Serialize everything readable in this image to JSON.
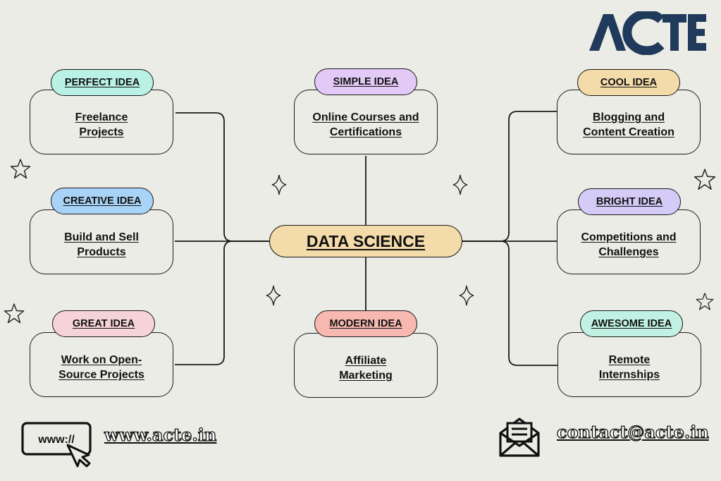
{
  "brand": {
    "logo_text": "ACTE",
    "color": "#1f3a5a"
  },
  "center": {
    "label": "DATA SCIENCE",
    "color": "#f4dcaa"
  },
  "nodes": [
    {
      "tag": "PERFECT IDEA",
      "text": "Freelance\nProjects",
      "tag_color": "#b9f1e5"
    },
    {
      "tag": "CREATIVE IDEA",
      "text": "Build and Sell\nProducts",
      "tag_color": "#a9d3f6"
    },
    {
      "tag": "GREAT IDEA",
      "text": "Work on Open-\nSource Projects",
      "tag_color": "#f6d3d7"
    },
    {
      "tag": "SIMPLE IDEA",
      "text": "Online Courses and\nCertifications",
      "tag_color": "#e2c9f6"
    },
    {
      "tag": "MODERN IDEA",
      "text": "Affiliate\nMarketing",
      "tag_color": "#f6b8b0"
    },
    {
      "tag": "COOL IDEA",
      "text": "Blogging and\nContent Creation",
      "tag_color": "#f4dcaa"
    },
    {
      "tag": "BRIGHT IDEA",
      "text": "Competitions and\nChallenges",
      "tag_color": "#d4cbf6"
    },
    {
      "tag": "AWESOME IDEA",
      "text": "Remote\nInternships",
      "tag_color": "#c0f1e2"
    }
  ],
  "footer": {
    "www_icon_label": "www://",
    "website": "www.acte.in",
    "email": "contact@acte.in",
    "icons": [
      "browser-cursor-icon",
      "envelope-icon"
    ]
  }
}
